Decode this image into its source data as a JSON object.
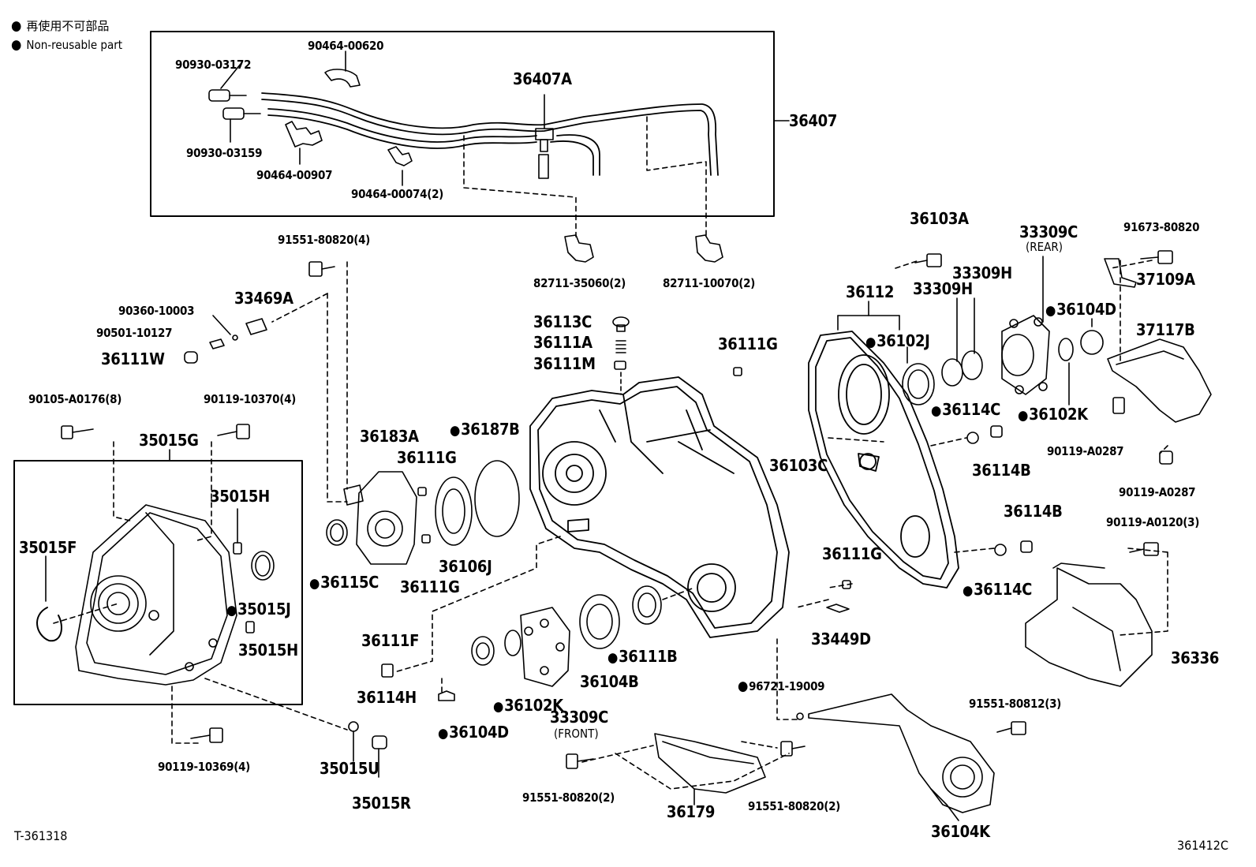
{
  "legend": {
    "line1": "再使用不可部品",
    "line2": "Non-reusable part"
  },
  "figure_code": "T-361318",
  "illustration_code": "361412C",
  "parts": {
    "p36407": "36407",
    "p36407A": "36407A",
    "p90464_00620": "90464-00620",
    "p90930_03172": "90930-03172",
    "p90930_03159": "90930-03159",
    "p90464_00907": "90464-00907",
    "p90464_00074": "90464-00074(2)",
    "p82711_35060": "82711-35060(2)",
    "p82711_10070": "82711-10070(2)",
    "p91551_80820_4": "91551-80820(4)",
    "p90360_10003": "90360-10003",
    "p33469A": "33469A",
    "p90501_10127": "90501-10127",
    "p36111W": "36111W",
    "p90105_A0176": "90105-A0176(8)",
    "p90119_10370": "90119-10370(4)",
    "p35015G": "35015G",
    "p35015H_top": "35015H",
    "p35015F": "35015F",
    "p35015J": "35015J",
    "p35015H_bot": "35015H",
    "p90119_10369": "90119-10369(4)",
    "p35015U": "35015U",
    "p35015R": "35015R",
    "p36183A": "36183A",
    "p36111G_a": "36111G",
    "p36187B": "36187B",
    "p36115C": "36115C",
    "p36106J": "36106J",
    "p36111G_b": "36111G",
    "p36113C": "36113C",
    "p36111A": "36111A",
    "p36111M": "36111M",
    "p36111G_c": "36111G",
    "p36103C": "36103C",
    "p36111F": "36111F",
    "p36114H": "36114H",
    "p36104D_bot": "36104D",
    "p36102K_bot": "36102K",
    "p33309C_front": "33309C",
    "front": "(FRONT)",
    "p36104B": "36104B",
    "p36111B": "36111B",
    "p36111G_d": "36111G",
    "p33449D": "33449D",
    "p96721_19009": "96721-19009",
    "p91551_80820_2a": "91551-80820(2)",
    "p36179": "36179",
    "p91551_80820_2b": "91551-80820(2)",
    "p36104K": "36104K",
    "p91551_80812": "91551-80812(3)",
    "p36103A": "36103A",
    "p36112": "36112",
    "p33309H_a": "33309H",
    "p33309H_b": "33309H",
    "p33309C_rear": "33309C",
    "rear": "(REAR)",
    "p36104D_top": "36104D",
    "p36102J": "36102J",
    "p36114C_a": "36114C",
    "p36102K_top": "36102K",
    "p36114B_a": "36114B",
    "p36114B_b": "36114B",
    "p36114C_b": "36114C",
    "p91673_80820": "91673-80820",
    "p37109A": "37109A",
    "p37117B": "37117B",
    "p90119_A0287_a": "90119-A0287",
    "p90119_A0287_b": "90119-A0287",
    "p90119_A0120": "90119-A0120(3)",
    "p36336": "36336"
  }
}
